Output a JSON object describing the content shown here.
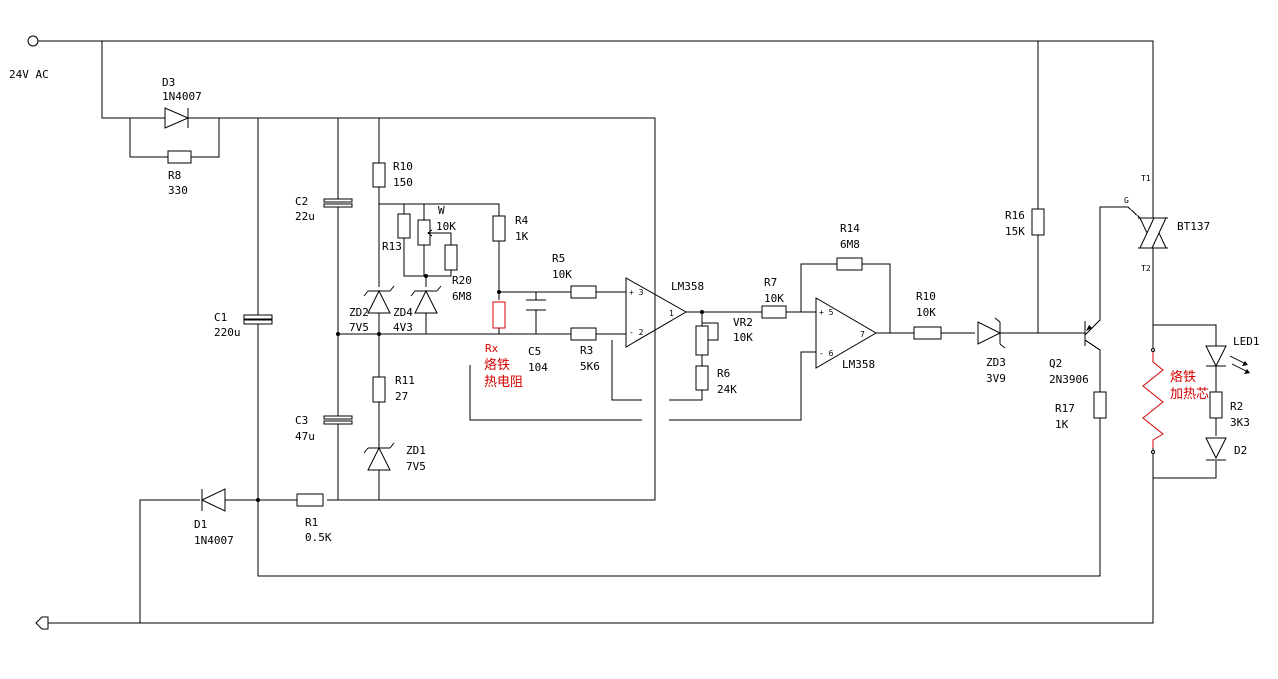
{
  "supply": {
    "label": "24V AC"
  },
  "components": {
    "D3": {
      "ref": "D3",
      "value": "1N4007"
    },
    "R8": {
      "ref": "R8",
      "value": "330"
    },
    "C1": {
      "ref": "C1",
      "value": "220u"
    },
    "C2": {
      "ref": "C2",
      "value": "22u"
    },
    "C3": {
      "ref": "C3",
      "value": "47u"
    },
    "R10a": {
      "ref": "R10",
      "value": "150"
    },
    "R13": {
      "ref": "R13"
    },
    "W": {
      "ref": "W",
      "value": "10K"
    },
    "R20": {
      "ref": "R20",
      "value": "6M8"
    },
    "R4": {
      "ref": "R4",
      "value": "1K"
    },
    "ZD2": {
      "ref": "ZD2",
      "value": "7V5"
    },
    "ZD4": {
      "ref": "ZD4",
      "value": "4V3"
    },
    "R11": {
      "ref": "R11",
      "value": "27"
    },
    "ZD1": {
      "ref": "ZD1",
      "value": "7V5"
    },
    "D1": {
      "ref": "D1",
      "value": "1N4007"
    },
    "R1": {
      "ref": "R1",
      "value": "0.5K"
    },
    "Rx": {
      "ref": "Rx",
      "line1": "烙铁",
      "line2": "热电阻"
    },
    "C5": {
      "ref": "C5",
      "value": "104"
    },
    "R5": {
      "ref": "R5",
      "value": "10K"
    },
    "R3": {
      "ref": "R3",
      "value": "5K6"
    },
    "U1": {
      "ref": "LM358",
      "pin_plus": "+ 3",
      "pin_minus": "- 2",
      "pin_out": "1"
    },
    "R7": {
      "ref": "R7",
      "value": "10K"
    },
    "VR2": {
      "ref": "VR2",
      "value": "10K"
    },
    "R6": {
      "ref": "R6",
      "value": "24K"
    },
    "R14": {
      "ref": "R14",
      "value": "6M8"
    },
    "U2": {
      "ref": "LM358",
      "pin_plus": "+ 5",
      "pin_minus": "- 6",
      "pin_out": "7"
    },
    "R10b": {
      "ref": "R10",
      "value": "10K"
    },
    "ZD3": {
      "ref": "ZD3",
      "value": "3V9"
    },
    "R16": {
      "ref": "R16",
      "value": "15K"
    },
    "Q2": {
      "ref": "Q2",
      "value": "2N3906"
    },
    "R17": {
      "ref": "R17",
      "value": "1K"
    },
    "BT137": {
      "ref": "BT137",
      "t1": "T1",
      "t2": "T2",
      "g": "G"
    },
    "heater": {
      "line1": "烙铁",
      "line2": "加热芯"
    },
    "LED1": {
      "ref": "LED1"
    },
    "R2": {
      "ref": "R2",
      "value": "3K3"
    },
    "D2": {
      "ref": "D2"
    }
  },
  "colors": {
    "wire": "#000000",
    "highlight": "#d40000",
    "background": "#ffffff"
  }
}
